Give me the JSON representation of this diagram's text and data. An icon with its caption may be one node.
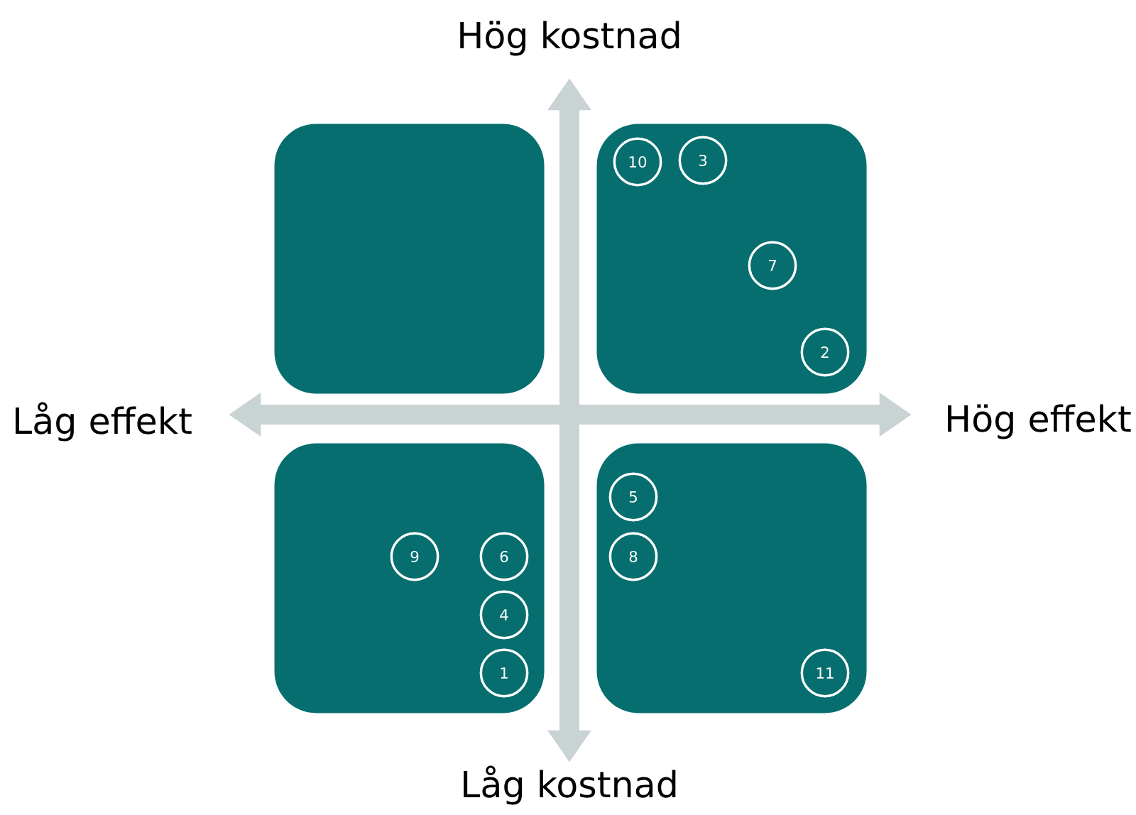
{
  "diagram": {
    "nodes": [
      {
        "text": [],
        "shape": "box"
      },
      {
        "text": [],
        "shape": "box"
      },
      {
        "text": [
          "10"
        ],
        "in": 1
      },
      {
        "text": [
          "3"
        ],
        "in": 1
      },
      {
        "text": [
          "7"
        ],
        "in": 1
      },
      {
        "text": [
          "2"
        ],
        "in": 1
      },
      {
        "text": [],
        "shape": "box"
      },
      {
        "text": [
          "9"
        ],
        "in": 6
      },
      {
        "text": [
          "6"
        ],
        "in": 6
      },
      {
        "text": [
          "4"
        ],
        "in": 6
      },
      {
        "text": [
          "1"
        ],
        "in": 6
      },
      {
        "text": [],
        "shape": "box"
      },
      {
        "text": [
          "5"
        ],
        "in": 11
      },
      {
        "text": [
          "8"
        ],
        "in": 11
      },
      {
        "text": [
          "11"
        ],
        "in": 11
      }
    ],
    "labels": [
      "Hög kostnad",
      "Låg effekt",
      "Hög effekt",
      "Låg kostnad"
    ]
  }
}
